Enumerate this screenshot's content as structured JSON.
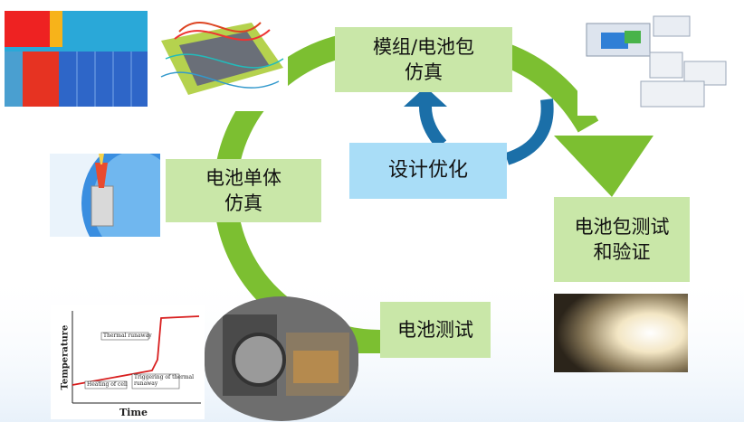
{
  "steps": {
    "module_sim": "模组/电池包\n仿真",
    "cell_sim": "电池单体\n仿真",
    "pack_test": "电池包测试\n和验证",
    "cell_test": "电池测试",
    "design_opt": "设计优化"
  },
  "thermal_chart": {
    "xlabel": "Time",
    "ylabel": "Temperature",
    "annotations": {
      "thermal_runaway": "Thermal runaway",
      "heating_of_cell": "Heating of cell",
      "trigger": "Triggering of thermal\nrunaway"
    }
  },
  "colors": {
    "cycle_green": "#7cbf31",
    "inner_arrow_blue": "#1b6fa8",
    "box_green": "#c9e7a8",
    "box_blue": "#a9ddf7"
  },
  "icons": {
    "cycle_arrow": "cycle-arrow-icon",
    "loop_arrow": "loop-arrow-icon"
  }
}
